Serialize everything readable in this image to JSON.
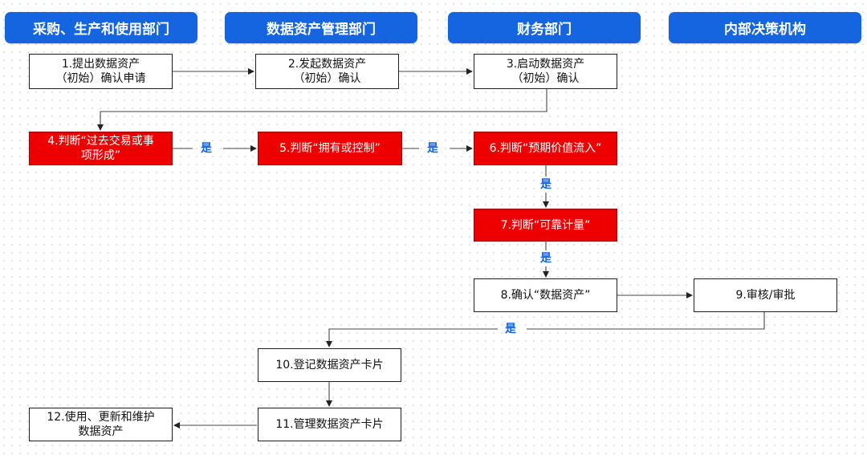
{
  "departments": [
    "采购、生产和使用部门",
    "数据资产管理部门",
    "财务部门",
    "内部决策机构"
  ],
  "steps": {
    "s1": "1.提出数据资产\n（初始）确认申请",
    "s2": "2.发起数据资产\n（初始）确认",
    "s3": "3.启动数据资产\n（初始）确认",
    "s4": "4.判断“过去交易或事\n项形成”",
    "s5": "5.判断“拥有或控制”",
    "s6": "6.判断“预期价值流入”",
    "s7": "7.判断“可靠计量”",
    "s8": "8.确认“数据资产”",
    "s9": "9.审核/审批",
    "s10": "10.登记数据资产卡片",
    "s11": "11.管理数据资产卡片",
    "s12": "12.使用、更新和维护\n数据资产"
  },
  "decision_labels": {
    "yes_4_5": "是",
    "yes_5_6": "是",
    "yes_6_7": "是",
    "yes_7_8": "是",
    "yes_9_10": "是"
  },
  "colors": {
    "header_bg": "#1565e0",
    "decision_fill": "#ee0000",
    "label_text": "#1565e0"
  }
}
